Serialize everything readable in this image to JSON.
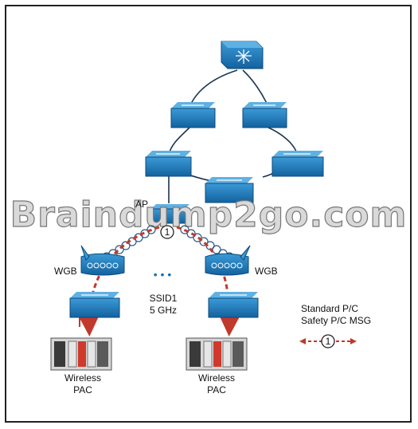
{
  "labels": {
    "ap": "AP",
    "wgb_left": "WGB",
    "wgb_right": "WGB",
    "ellipsis": "• • •",
    "ssid_line1": "SSID1",
    "ssid_line2": "5 GHz",
    "pac_left_line1": "Wireless",
    "pac_left_line2": "PAC",
    "pac_right_line1": "Wireless",
    "pac_right_line2": "PAC",
    "legend_line1": "Standard P/C",
    "legend_line2": "Safety P/C MSG",
    "marker_main": "1",
    "marker_legend": "1"
  },
  "watermark": "Braindump2go.com",
  "colors": {
    "switch_blue": "#1a73b8",
    "switch_top": "#2f8fd0",
    "link": "#1d3550",
    "red_dashed": "#c0392b",
    "dots": "#1a6fb0"
  },
  "icons": {
    "core": "multilayer-switch-icon",
    "switch": "workgroup-switch-icon",
    "wgb": "workgroup-bridge-icon",
    "pac": "programmable-controller-icon"
  }
}
